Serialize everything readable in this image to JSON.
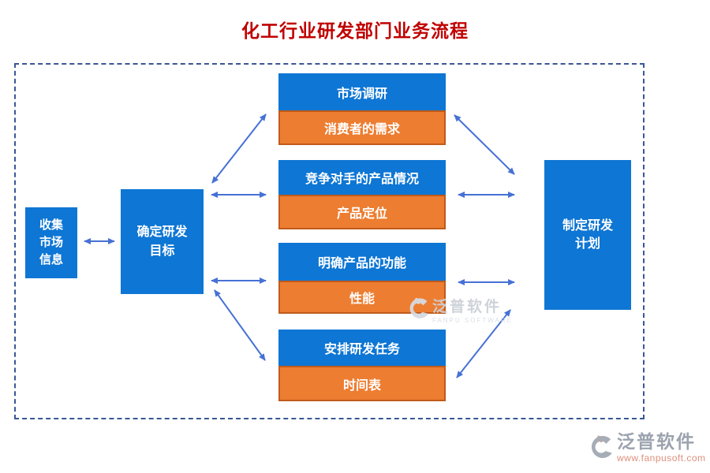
{
  "title": "化工行业研发部门业务流程",
  "colors": {
    "title_red": "#C00000",
    "node_blue": "#0E76D4",
    "node_orange": "#ED7D31",
    "orange_border": "#C05A1A",
    "arrow_blue": "#4671D5",
    "frame_dash_blue": "#3A5795"
  },
  "nodes": {
    "collect": {
      "lines": [
        "收集",
        "市场",
        "信息"
      ]
    },
    "goal": {
      "lines": [
        "确定研发",
        "目标"
      ]
    },
    "plan": {
      "lines": [
        "制定研发",
        "计划"
      ]
    },
    "steps": [
      {
        "top": "市场调研",
        "bottom": "消费者的需求"
      },
      {
        "top": "竞争对手的产品情况",
        "bottom": "产品定位"
      },
      {
        "top": "明确产品的功能",
        "bottom": "性能"
      },
      {
        "top": "安排研发任务",
        "bottom": "时间表"
      }
    ]
  },
  "watermark": {
    "cn": "泛普软件",
    "en": "FANPU SOFTWARE"
  },
  "footer": {
    "brand": "泛普软件",
    "url": "www.fanpusoft.com"
  }
}
